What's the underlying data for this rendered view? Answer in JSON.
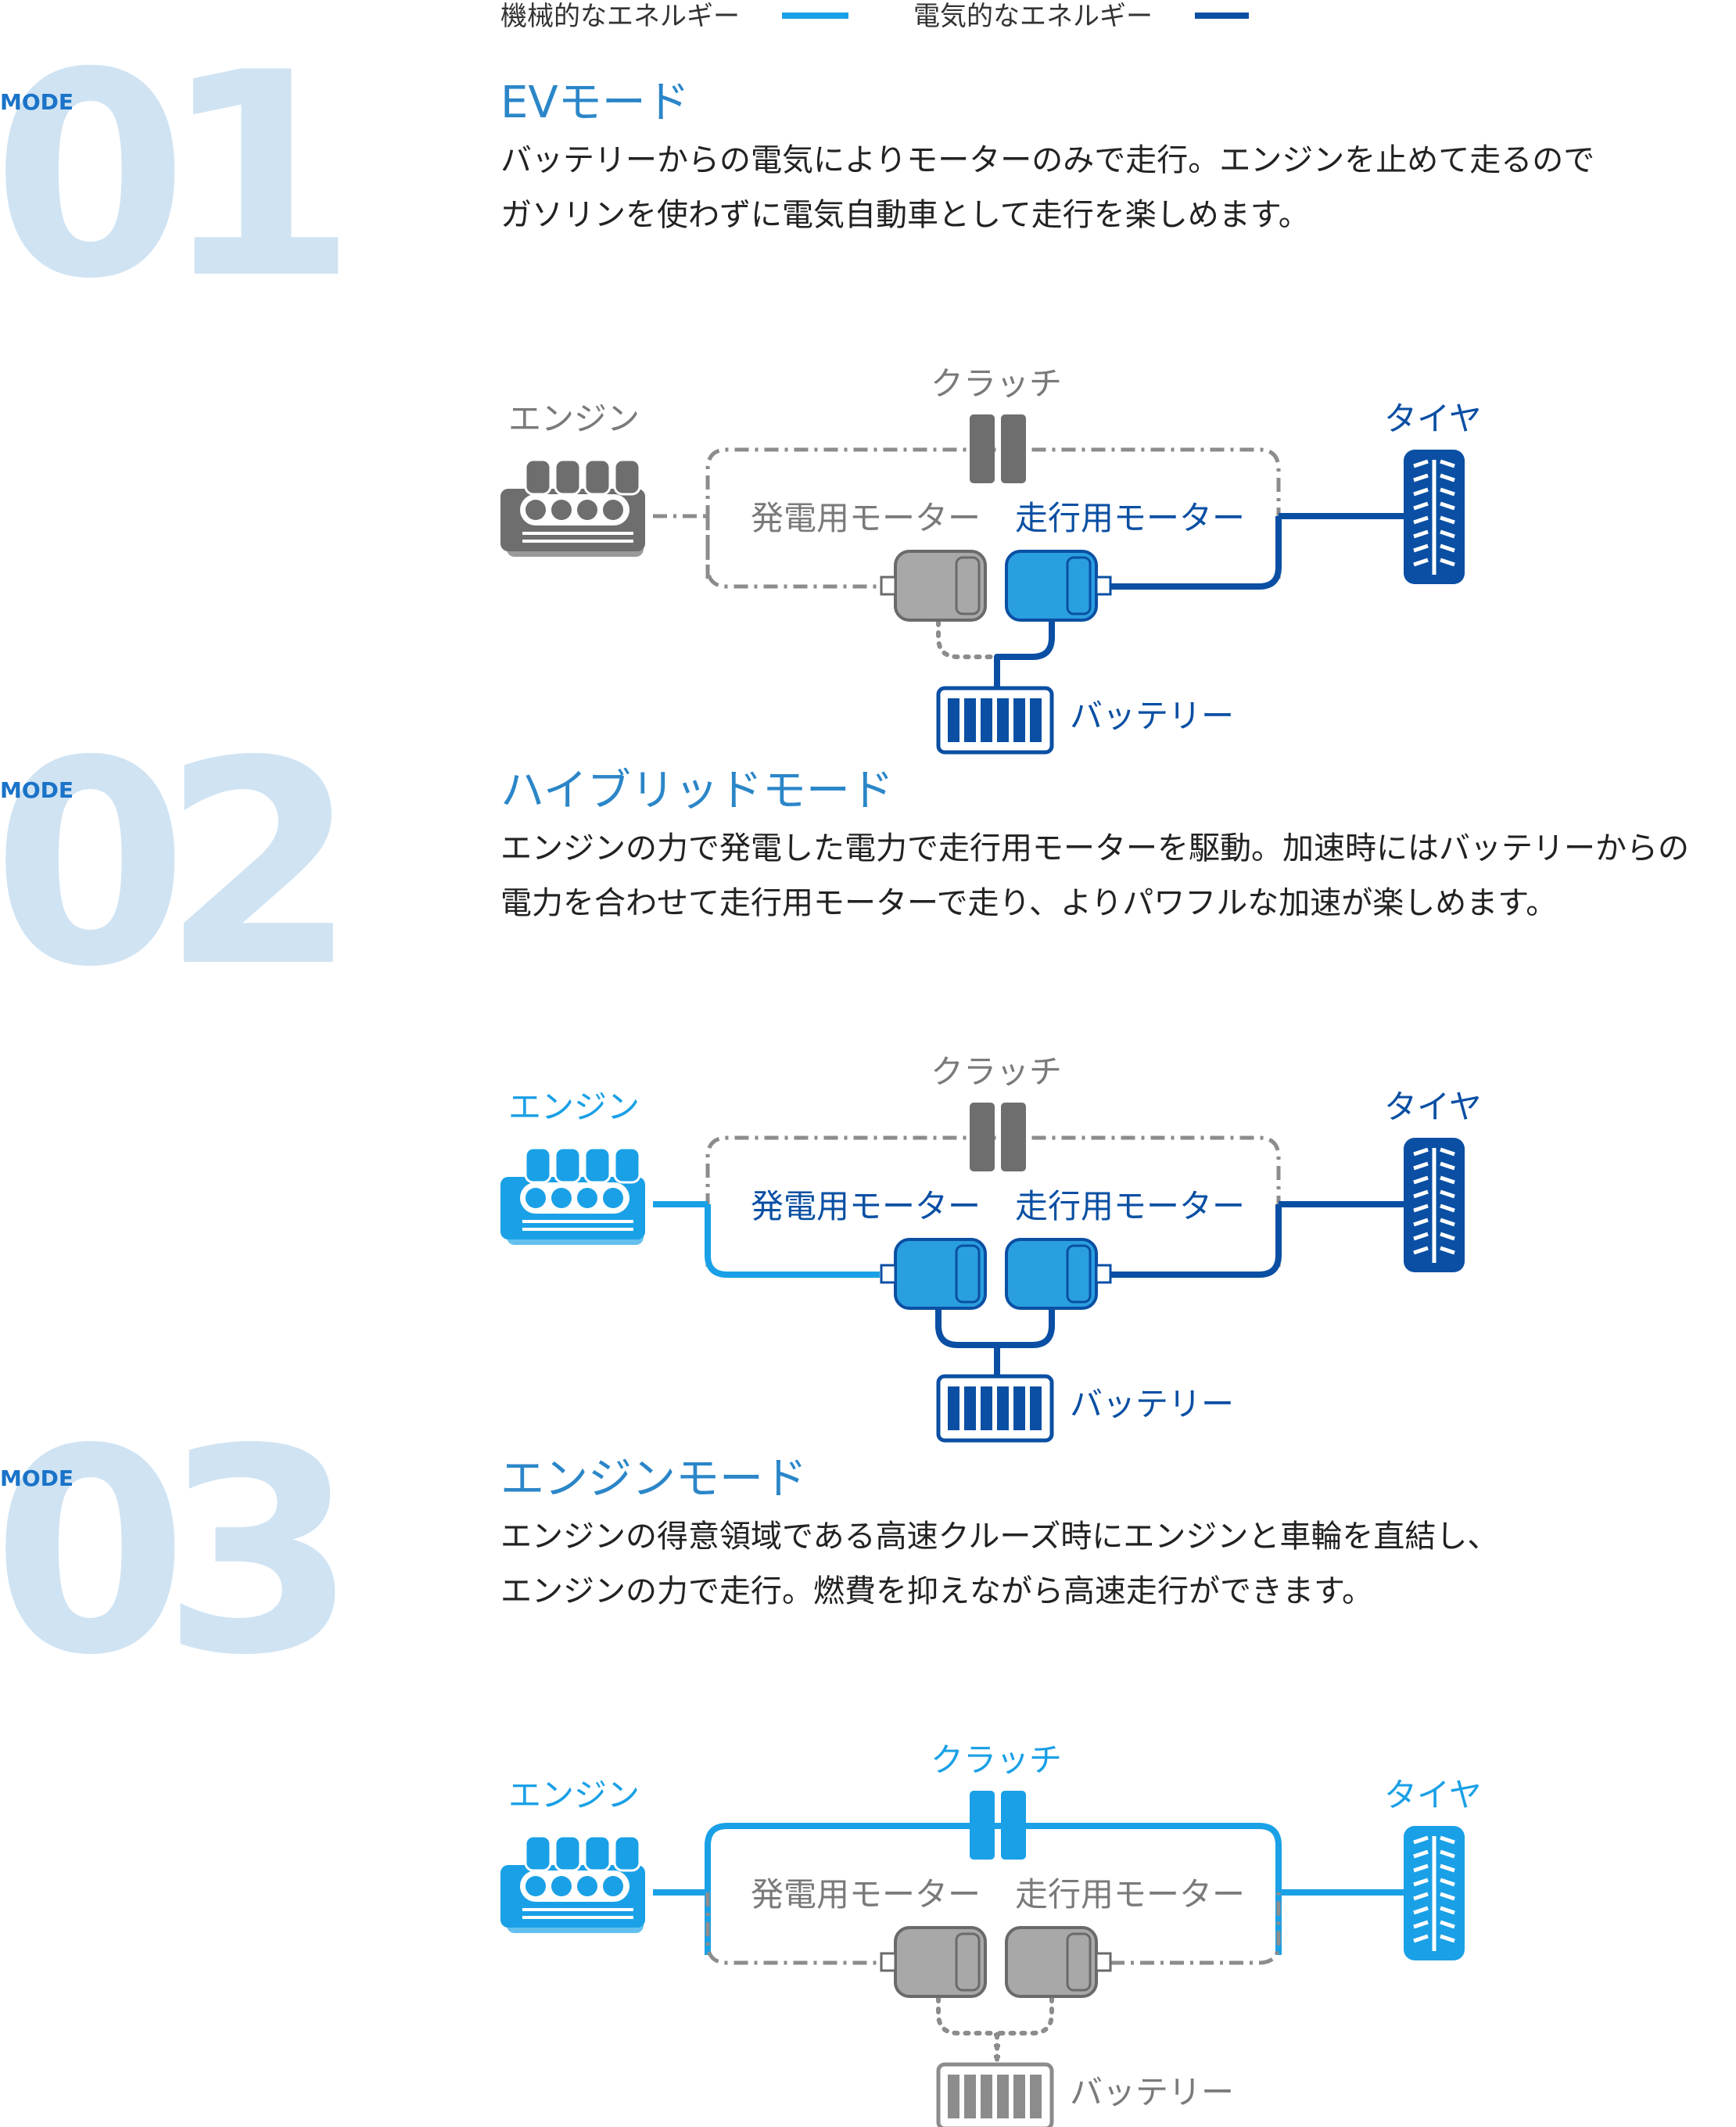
{
  "legend": {
    "mechanical_label": "機械的なエネルギー",
    "electrical_label": "電気的なエネルギー"
  },
  "colors": {
    "mechanical": "#1aa0e6",
    "electrical": "#0a4fa3",
    "inactive": "#8c8c8c",
    "mode_number": "#cfe3f3",
    "mode_label": "#1a73c8",
    "title": "#2b86c8"
  },
  "icons": [
    "engine-icon",
    "clutch-icon",
    "motor-icon",
    "battery-icon",
    "tire-icon"
  ],
  "modes": [
    {
      "label": "MODE",
      "number": "01",
      "title": "EVモード",
      "desc_line1": "バッテリーからの電気によりモーターのみで走行。エンジンを止めて走るので",
      "desc_line2": "ガソリンを使わずに電気自動車として走行を楽しめます。",
      "diagram": {
        "engine_label": "エンジン",
        "clutch_label": "クラッチ",
        "generator_label": "発電用モーター",
        "drive_motor_label": "走行用モーター",
        "tire_label": "タイヤ",
        "battery_label": "バッテリー"
      }
    },
    {
      "label": "MODE",
      "number": "02",
      "title": "ハイブリッドモード",
      "desc_line1": "エンジンの力で発電した電力で走行用モーターを駆動。加速時にはバッテリーからの",
      "desc_line2": "電力を合わせて走行用モーターで走り、よりパワフルな加速が楽しめます。",
      "diagram": {
        "engine_label": "エンジン",
        "clutch_label": "クラッチ",
        "generator_label": "発電用モーター",
        "drive_motor_label": "走行用モーター",
        "tire_label": "タイヤ",
        "battery_label": "バッテリー"
      }
    },
    {
      "label": "MODE",
      "number": "03",
      "title": "エンジンモード",
      "desc_line1": "エンジンの得意領域である高速クルーズ時にエンジンと車輪を直結し、",
      "desc_line2": "エンジンの力で走行。燃費を抑えながら高速走行ができます。",
      "diagram": {
        "engine_label": "エンジン",
        "clutch_label": "クラッチ",
        "generator_label": "発電用モーター",
        "drive_motor_label": "走行用モーター",
        "tire_label": "タイヤ",
        "battery_label": "バッテリー"
      }
    }
  ]
}
